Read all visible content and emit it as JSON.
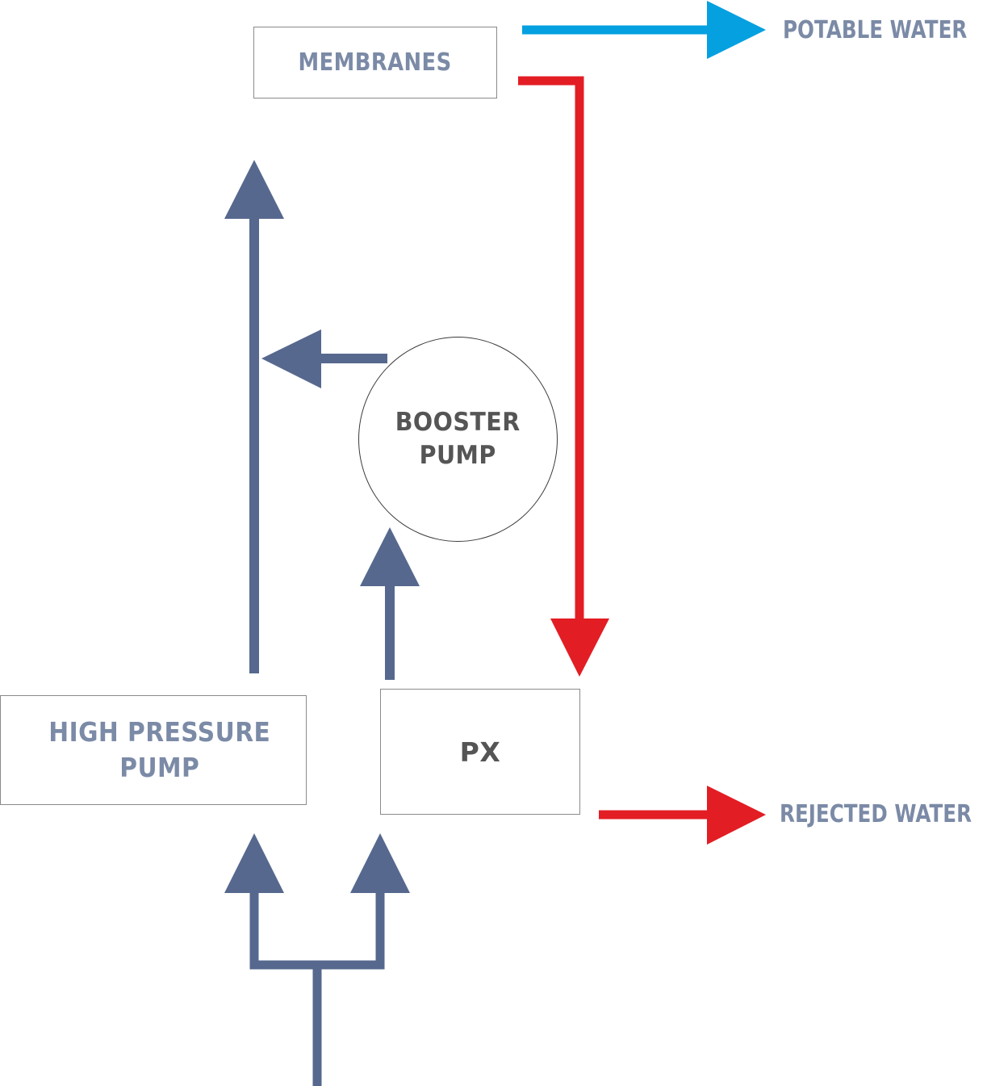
{
  "nodes": {
    "membranes": {
      "label": "MEMBRANES"
    },
    "high_pressure_pump": {
      "label": "HIGH PRESSURE\nPUMP"
    },
    "px": {
      "label": "PX"
    },
    "booster_pump": {
      "label": "BOOSTER\nPUMP"
    }
  },
  "outputs": {
    "potable_water": {
      "label": "POTABLE WATER"
    },
    "rejected_water": {
      "label": "REJECTED WATER"
    }
  },
  "colors": {
    "feed": "#56688e",
    "potable": "#04a0e0",
    "reject": "#e31d24",
    "label_blue_gray": "#7b8aa6",
    "label_dark": "#555555",
    "box_border": "#8a8a8a"
  }
}
